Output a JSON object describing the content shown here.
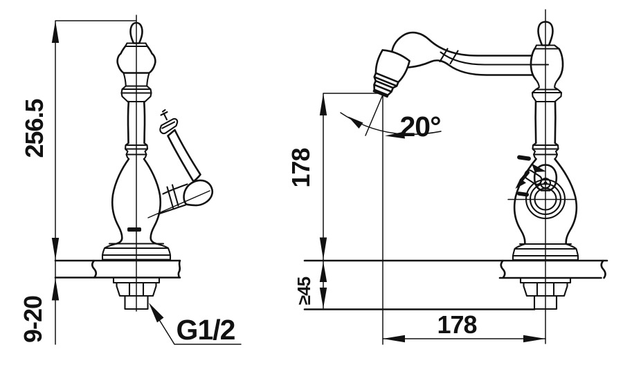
{
  "drawing": {
    "type": "faucet-installation-dimension-diagram",
    "palette": {
      "ink": "#111111",
      "paper": "#ffffff"
    }
  },
  "dimensions": {
    "overall_height": "256.5",
    "deck_thickness": "9-20",
    "inlet_thread": "G1/2",
    "spout_height": "178",
    "spout_reach": "178",
    "spout_angle": "20°",
    "min_clearance": "≥45"
  }
}
